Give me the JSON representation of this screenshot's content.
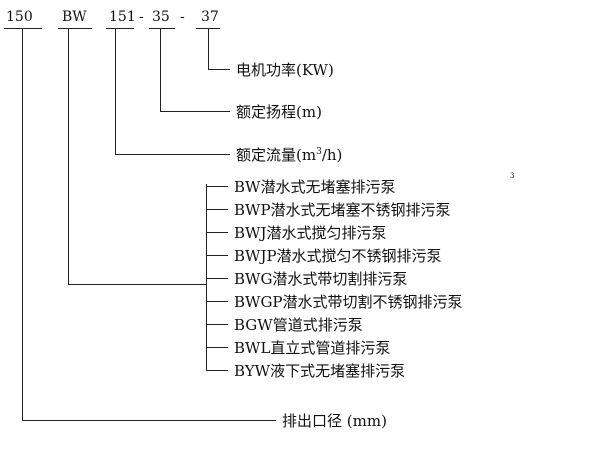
{
  "model_code": {
    "segments": [
      "150",
      "BW",
      "151",
      "35",
      "37"
    ],
    "separators": [
      "-",
      "-"
    ]
  },
  "annotations": {
    "power": "电机功率(KW)",
    "head": "额定扬程(m)",
    "flow_prefix": "额定流量(m",
    "flow_sup": "3",
    "flow_suffix": "/h)",
    "stray_mark": "3",
    "outlet": "排出口径 (mm)"
  },
  "pump_types": [
    "BW潜水式无堵塞排污泵",
    "BWP潜水式无堵塞不锈钢排污泵",
    "BWJ潜水式搅匀排污泵",
    "BWJP潜水式搅匀不锈钢排污泵",
    "BWG潜水式带切割排污泵",
    "BWGP潜水式带切割不锈钢排污泵",
    "BGW管道式排污泵",
    "BWL直立式管道排污泵",
    "BYW液下式无堵塞排污泵"
  ]
}
